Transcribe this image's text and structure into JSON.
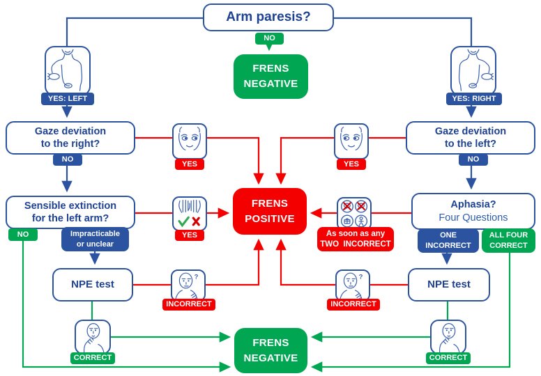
{
  "colors": {
    "blue": "#2b53a0",
    "navy": "#1e4191",
    "green": "#00a651",
    "red": "#f40000"
  },
  "top": {
    "arm_paresis": "Arm paresis?",
    "no": "NO",
    "frens_negative_line1": "FRENS",
    "frens_negative_line2": "NEGATIVE",
    "yes_left": "YES: LEFT",
    "yes_right": "YES: RIGHT"
  },
  "left": {
    "gaze_line1": "Gaze deviation",
    "gaze_line2": "to the right?",
    "gaze_no": "NO",
    "gaze_yes": "YES",
    "ext_line1": "Sensible extinction",
    "ext_line2": "for the left arm?",
    "ext_no": "NO",
    "ext_impracticable_line1": "Impracticable",
    "ext_impracticable_line2": "or unclear",
    "ext_yes": "YES",
    "npe": "NPE test",
    "npe_incorrect": "INCORRECT",
    "npe_correct": "CORRECT"
  },
  "center": {
    "frens_positive_line1": "FRENS",
    "frens_positive_line2": "POSITIVE",
    "frens_negative_line1": "FRENS",
    "frens_negative_line2": "NEGATIVE"
  },
  "right": {
    "gaze_line1": "Gaze deviation",
    "gaze_line2": "to the left?",
    "gaze_no": "NO",
    "gaze_yes": "YES",
    "aphasia_line1": "Aphasia?",
    "aphasia_line2": "Four Questions",
    "aphasia_two_line1": "As soon as any",
    "aphasia_two_line2": "TWO  INCORRECT",
    "aphasia_one_line1": "ONE",
    "aphasia_one_line2": "INCORRECT",
    "aphasia_four_line1": "ALL FOUR",
    "aphasia_four_line2": "CORRECT",
    "npe": "NPE test",
    "npe_incorrect": "INCORRECT",
    "npe_correct": "CORRECT"
  },
  "icons": {
    "person_left": "left-arm-paresis-illustration",
    "person_right": "right-arm-paresis-illustration",
    "gaze_face_left": "gaze-deviation-face-illustration",
    "gaze_face_right": "gaze-deviation-face-illustration",
    "extinction_hands": "extinction-test-hands-illustration",
    "aphasia_grid": "four-questions-grid-illustration",
    "npe_face": "npe-test-confused-face-illustration",
    "correct_face": "npe-test-correct-face-illustration"
  }
}
